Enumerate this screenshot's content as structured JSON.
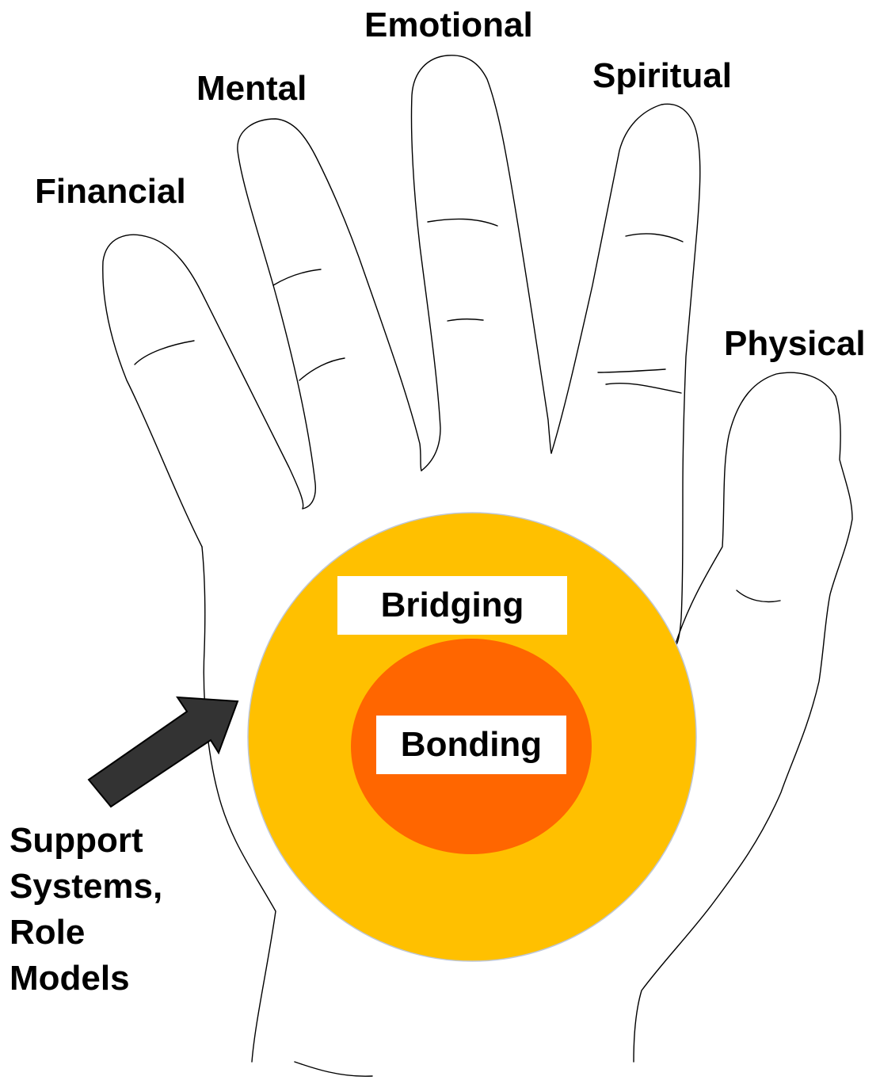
{
  "fingers": {
    "financial": "Financial",
    "mental": "Mental",
    "emotional": "Emotional",
    "spiritual": "Spiritual",
    "physical": "Physical"
  },
  "circles": {
    "outer_label": "Bridging",
    "inner_label": "Bonding",
    "outer_color": "#FFC000",
    "inner_color": "#FF6600"
  },
  "arrow": {
    "color": "#333333",
    "label_lines": [
      "Support",
      "Systems,",
      "Role",
      "Models"
    ]
  }
}
